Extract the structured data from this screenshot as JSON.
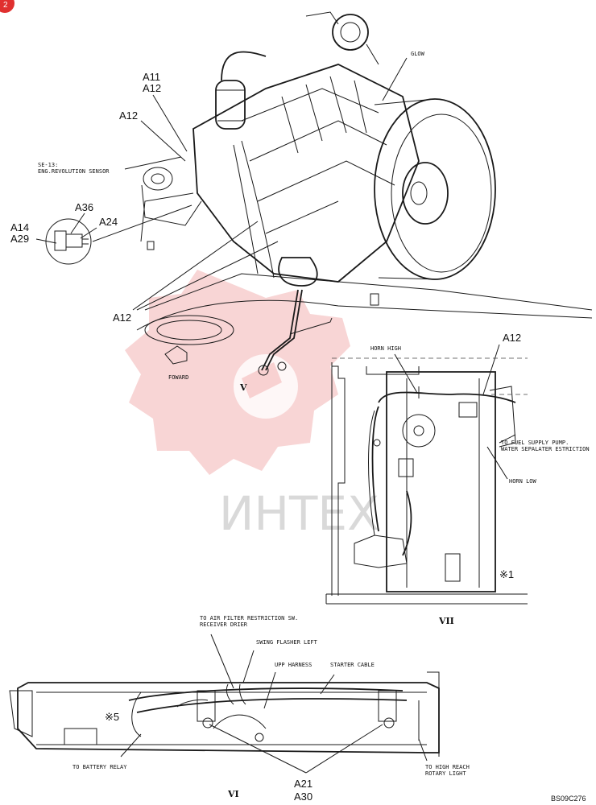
{
  "corner_badge": "2",
  "watermark": "ИНТЕХ",
  "figure_code": "BS09C276",
  "view_v": {
    "title": "V",
    "labels": {
      "a11": "A11",
      "a12_top": "A12",
      "a12_mid": "A12",
      "a36": "A36",
      "a24": "A24",
      "a14": "A14",
      "a29": "A29",
      "a12_bottom": "A12",
      "glow": "GLOW",
      "se13_line1": "SE-13:",
      "se13_line2": "ENG.REVOLUTION SENSOR",
      "forward": "FOWARD"
    }
  },
  "view_vii": {
    "title": "VII",
    "labels": {
      "a12": "A12",
      "horn_high": "HORN HIGH",
      "fuel_line1": "TO FUEL SUPPLY PUMP.",
      "fuel_line2": "WATER SEPALATER ESTRICTION",
      "horn_low": "HORN LOW",
      "note_mark": "※1"
    }
  },
  "view_vi": {
    "title": "VI",
    "labels": {
      "air_line1": "TO AIR FILTER RESTRICTION SW.",
      "air_line2": "RECEIVER DRIER",
      "swing": "SWING FLASHER LEFT",
      "upp": "UPP HARNESS",
      "starter": "STARTER CABLE",
      "note_mark": "※5",
      "battery": "TO BATTERY RELAY",
      "a21": "A21",
      "a30": "A30",
      "reach_line1": "TO HIGH REACH",
      "reach_line2": "ROTARY LIGHT"
    }
  }
}
